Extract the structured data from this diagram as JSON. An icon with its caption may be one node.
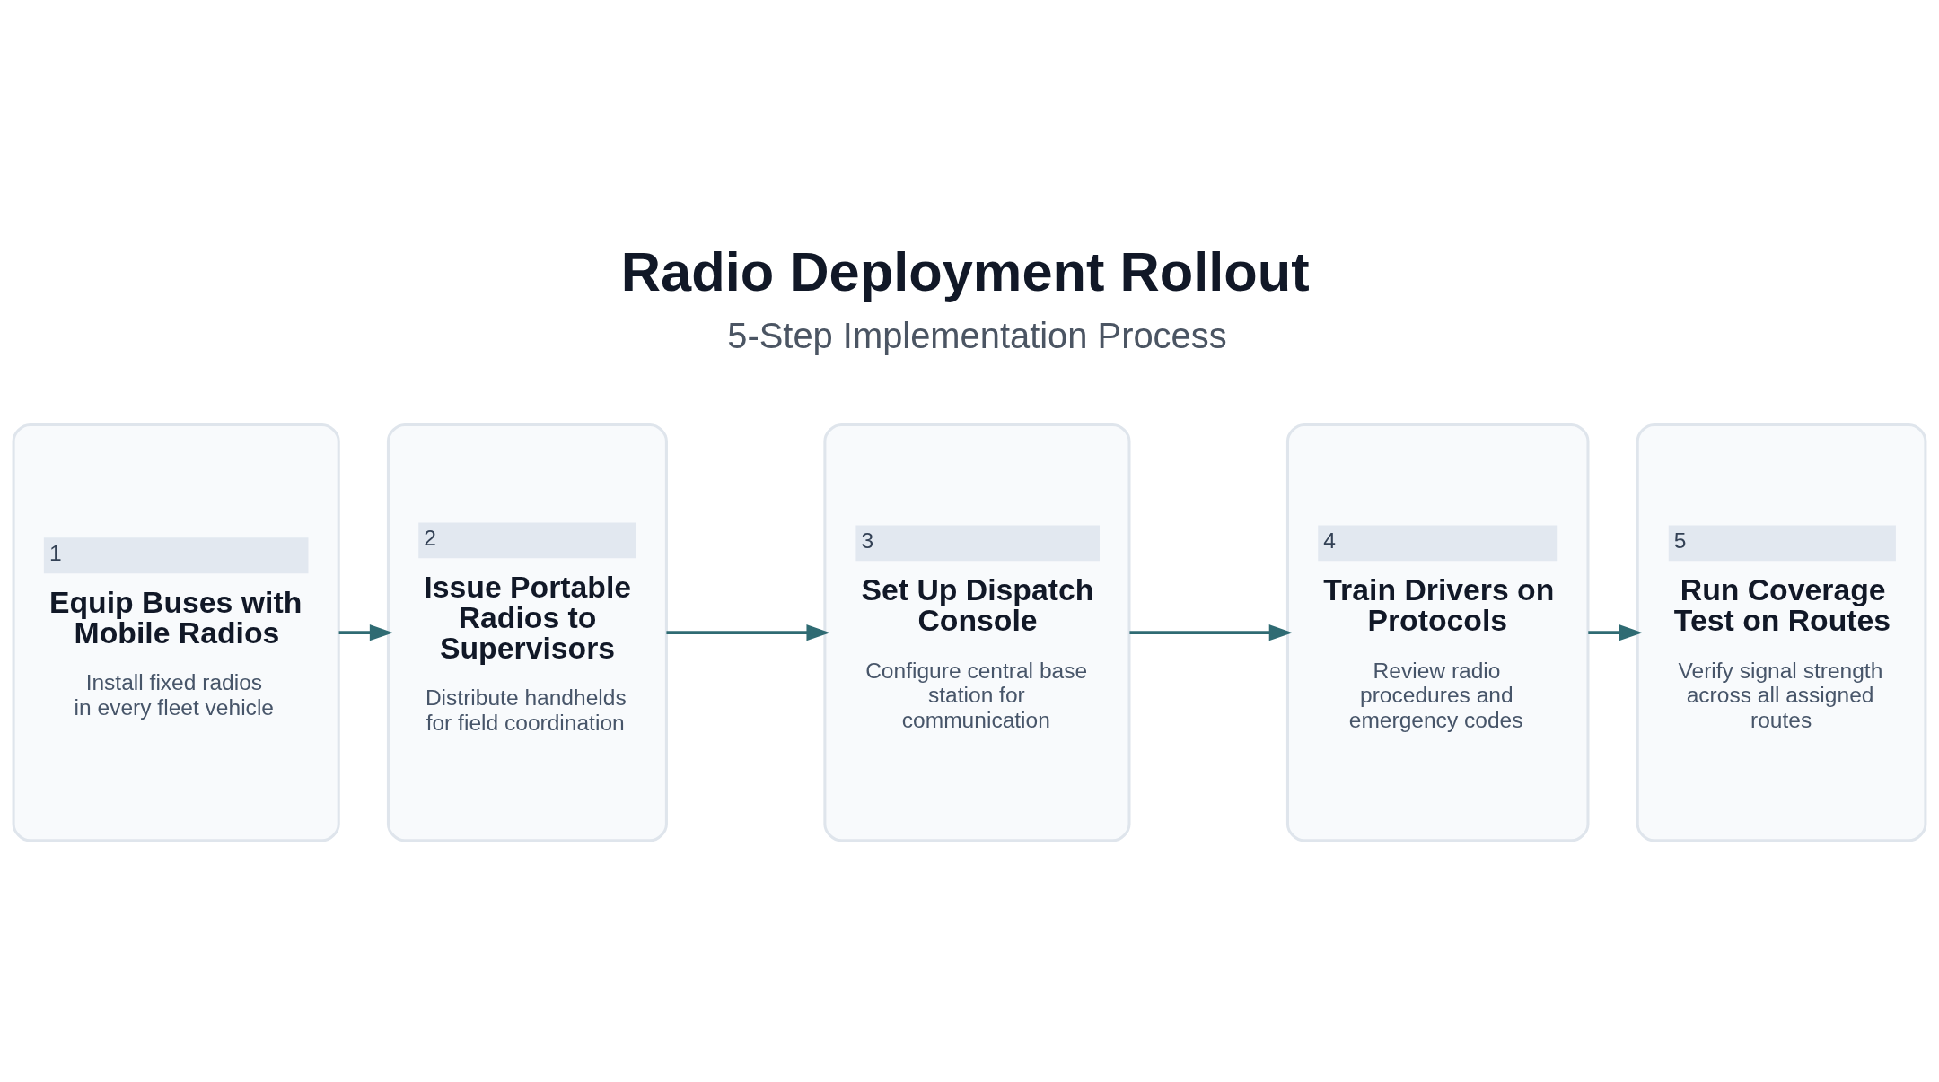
{
  "diagram": {
    "title": "Radio Deployment Rollout",
    "nodes": [
      {
        "text": [
          "1",
          "Equip Buses with Mobile Radios",
          "Install fixed radios in every fleet vehicle"
        ]
      },
      {
        "text": [
          "2",
          "Issue Portable Radios to Supervisors",
          "Distribute handhelds for field coordination"
        ]
      },
      {
        "text": [
          "3",
          "Set Up Dispatch Console",
          "Configure central base station for communication"
        ]
      },
      {
        "text": [
          "4",
          "Train Drivers on Protocols",
          "Review radio procedures and emergency codes"
        ]
      },
      {
        "text": [
          "5",
          "Run Coverage Test on Routes",
          "Verify signal strength across all assigned routes"
        ]
      }
    ],
    "edges": [
      {
        "from": 0,
        "to": 1,
        "arrow": "to"
      },
      {
        "from": 1,
        "to": 2,
        "arrow": "to"
      },
      {
        "from": 2,
        "to": 3,
        "arrow": "to"
      },
      {
        "from": 3,
        "to": 4,
        "arrow": "to"
      }
    ],
    "labels": [
      "5-Step Implementation Process"
    ]
  }
}
